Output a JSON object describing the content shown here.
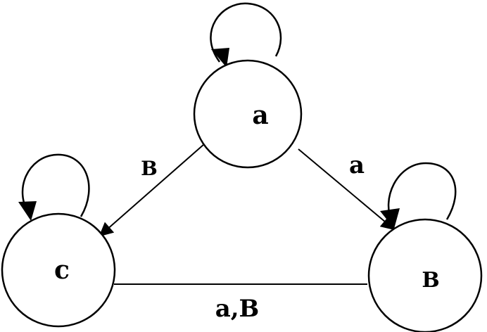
{
  "diagram": {
    "nodes": {
      "top": {
        "label": "a"
      },
      "left": {
        "label": "c"
      },
      "right": {
        "label": "B"
      }
    },
    "edges": {
      "top_to_left": {
        "label": "B"
      },
      "top_to_right": {
        "label": "a"
      },
      "left_right": {
        "label": "a,B"
      }
    }
  }
}
